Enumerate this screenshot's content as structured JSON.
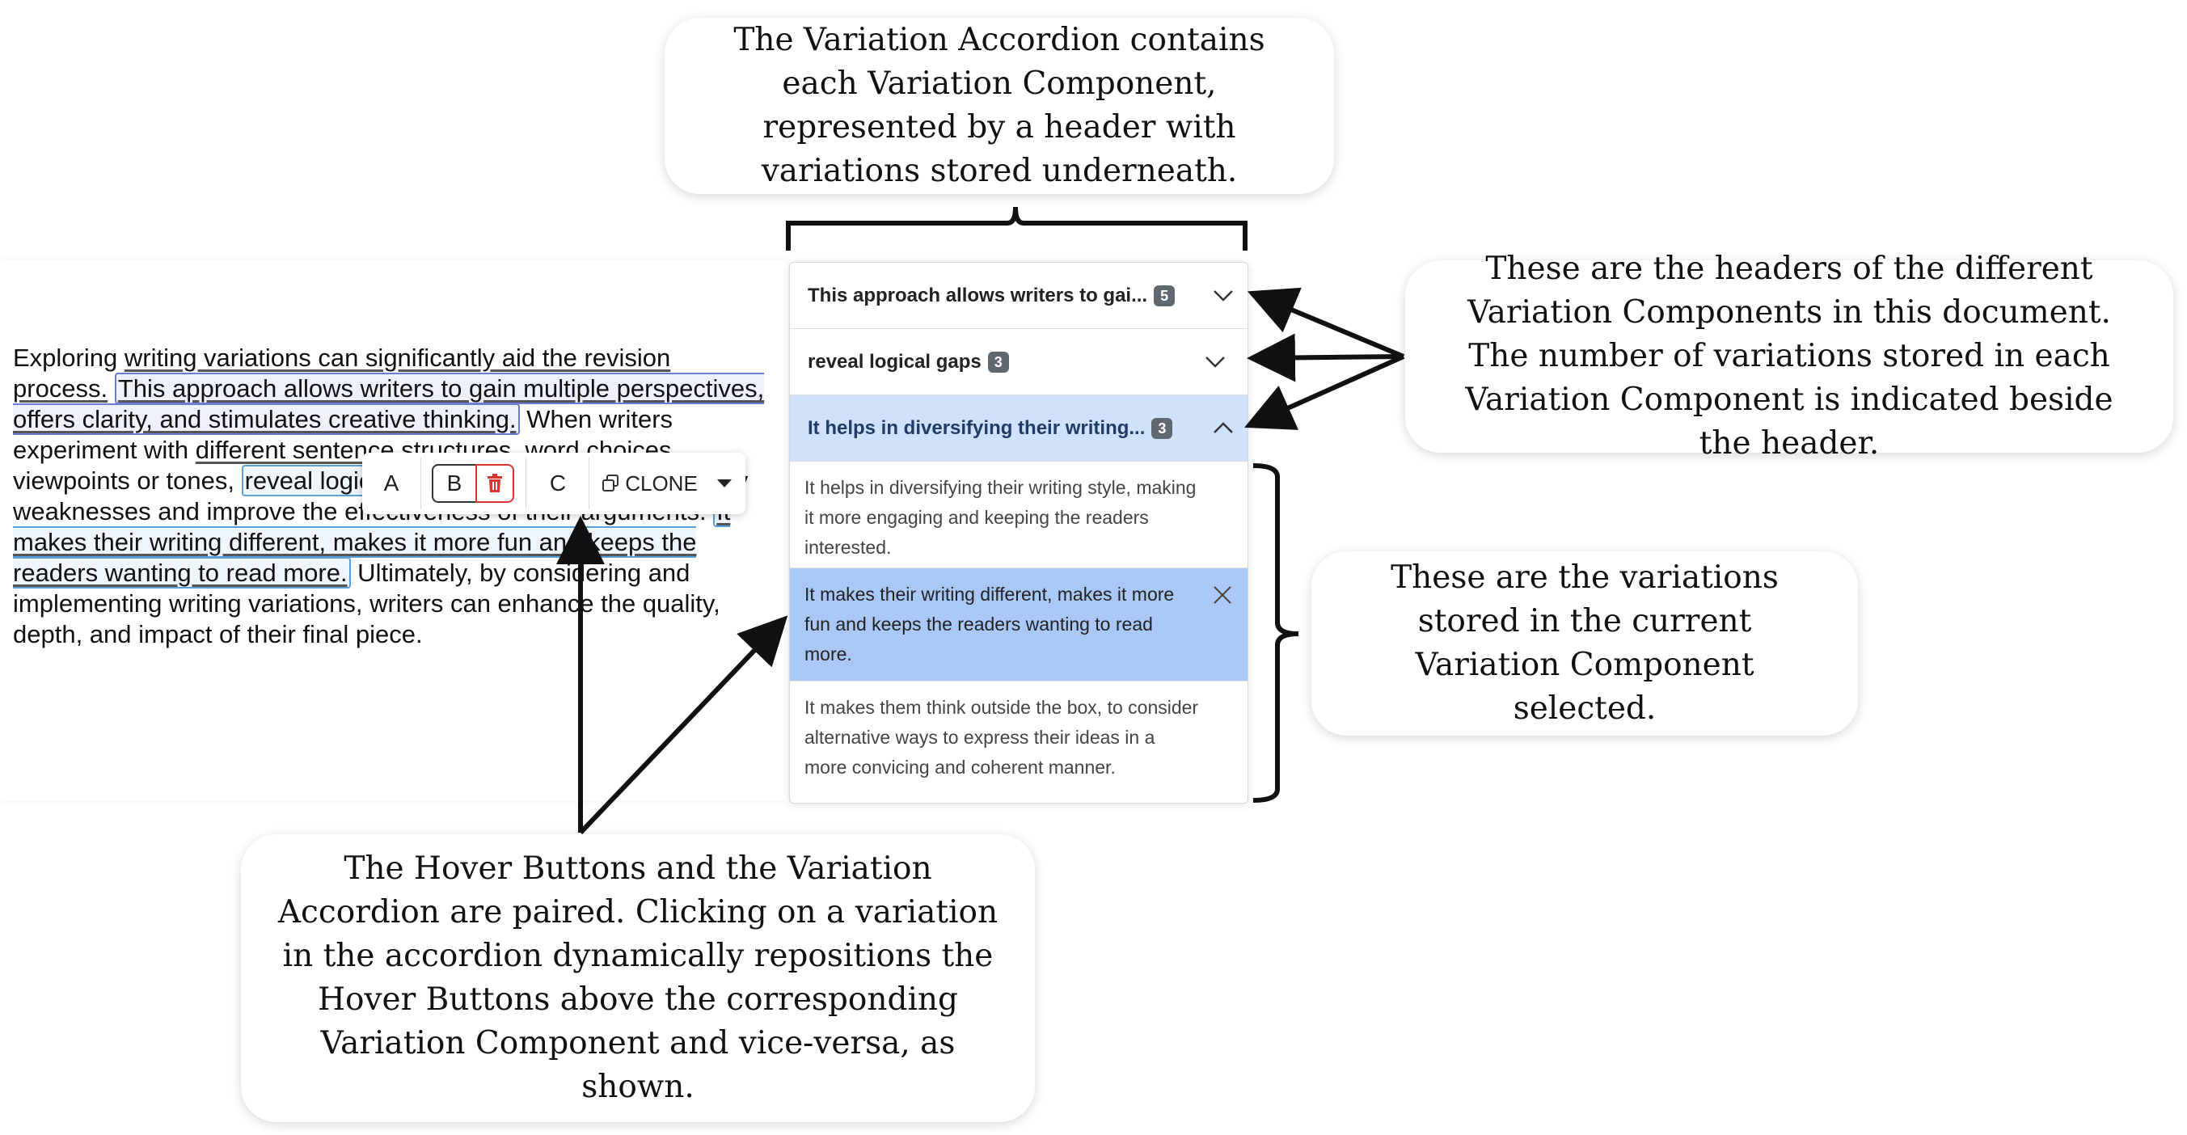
{
  "callouts": {
    "top": "The Variation Accordion contains each Variation Component, represented by a header with variations stored underneath.",
    "right_headers": "These are the headers of the different Variation Components in this document. The number of variations stored in each Variation Component is indicated beside the header.",
    "right_variations": "These are the variations stored in the current Variation Component selected.",
    "bottom": "The Hover Buttons and the Variation Accordion are paired. Clicking on a variation in the accordion dynamically repositions the Hover Buttons above the corresponding Variation Component and vice-versa, as shown."
  },
  "editor": {
    "seg1a": "Exploring ",
    "seg1b": "writing variations can significantly aid the revision process.",
    "seg1c": " ",
    "vc1": "This approach allows writers to gain multiple perspectives, offers clarity, and stimulates creative thinking.",
    "seg2": " When writers experiment with ",
    "seg2_ul": "different sentence structures,",
    "seg3": " word choices, viewpoints or tones, ",
    "vc2": "reveal logical gaps",
    "seg4": " in their narratives, identify weaknesses and improve the effectiveness of their arguments. ",
    "vc3": "It makes their writing different, makes it more fun and keeps the readers wanting to read more.",
    "seg5": " Ultimately, by considering and implementing writing variations, writers can enhance the quality, depth, and impact of their final piece."
  },
  "hover_buttons": {
    "a": "A",
    "b": "B",
    "c": "C",
    "clone": "CLONE"
  },
  "accordion": {
    "headers": [
      {
        "label": "This approach allows writers to gai...",
        "count": "5",
        "state": "collapsed"
      },
      {
        "label": "reveal logical gaps",
        "count": "3",
        "state": "collapsed"
      },
      {
        "label": "It helps in diversifying their writing...",
        "count": "3",
        "state": "expanded"
      }
    ],
    "variations": [
      {
        "text": "It helps in diversifying their writing style, making it more engaging and keeping the readers interested."
      },
      {
        "text": "It makes their writing different, makes it more fun and keeps the readers wanting to read more.",
        "selected": true
      },
      {
        "text": "It makes them think outside the box, to consider alternative ways to express their ideas in a more convicing and coherent manner."
      }
    ]
  },
  "colors": {
    "active_header": "#cfe1fb",
    "selected_variation": "#a9c8f5",
    "badge": "#5f6770",
    "delete_red": "#d33333"
  }
}
